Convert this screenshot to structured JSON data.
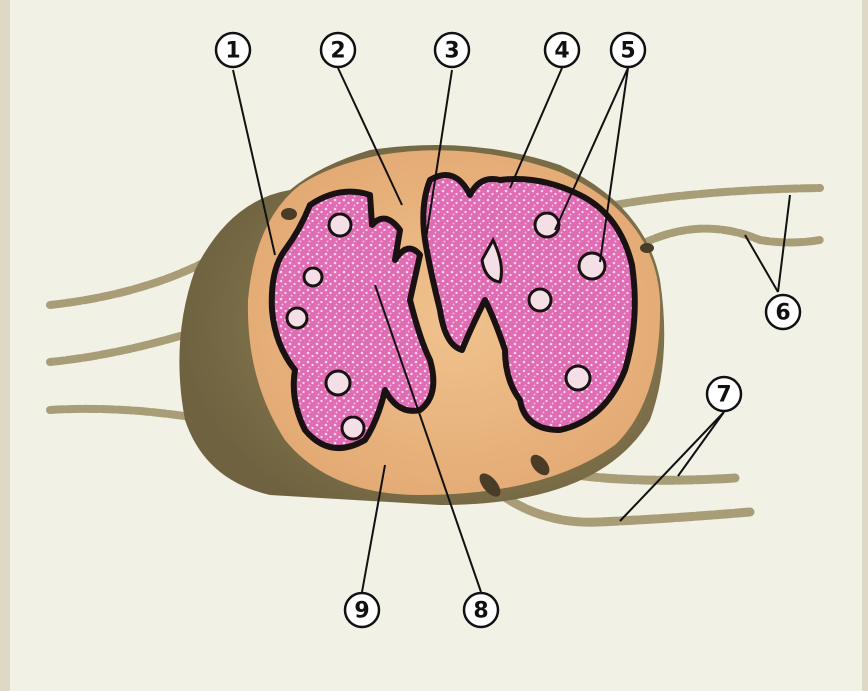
{
  "labels": {
    "l1": "1",
    "l2": "2",
    "l3": "3",
    "l4": "4",
    "l5": "5",
    "l6": "6",
    "l7": "7",
    "l8": "8",
    "l9": "9"
  },
  "colors": {
    "page_background": "#f1f1e6",
    "outer_border": "#ddd9c6",
    "capsule": "#8a7c52",
    "cortex": "#e9b57f",
    "medulla_pink": "#d86fb0",
    "dark_outline": "#1a1212",
    "vessel": "#a99d78"
  }
}
